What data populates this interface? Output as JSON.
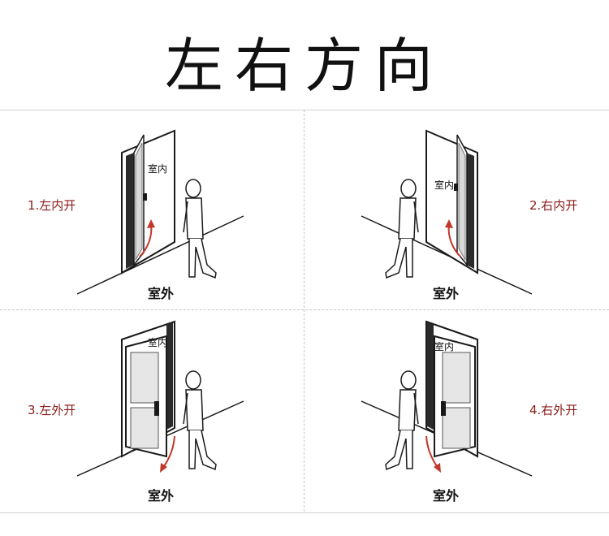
{
  "title": "左右方向",
  "colors": {
    "label_red": "#8b1a1a",
    "arrow_red": "#c0392b",
    "line": "#1a1a1a",
    "door_frame": "#2b2b2b",
    "glass": "#e6e6e6"
  },
  "panels": [
    {
      "label": "1.左内开",
      "indoor": "室内",
      "outdoor": "室外"
    },
    {
      "label": "2.右内开",
      "indoor": "室内",
      "outdoor": "室外"
    },
    {
      "label": "3.左外开",
      "indoor": "室内",
      "outdoor": "室外"
    },
    {
      "label": "4.右外开",
      "indoor": "室内",
      "outdoor": "室外"
    }
  ]
}
